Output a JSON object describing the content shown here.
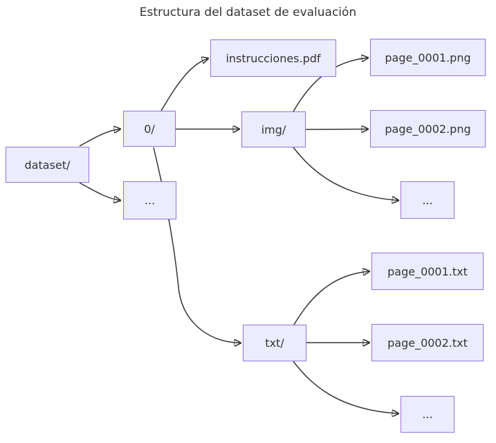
{
  "diagram": {
    "title": "Estructura del dataset de evaluación",
    "nodes": {
      "dataset": {
        "label": "dataset/"
      },
      "zero": {
        "label": "0/"
      },
      "dots_root": {
        "label": "..."
      },
      "instrucciones": {
        "label": "instrucciones.pdf"
      },
      "img": {
        "label": "img/"
      },
      "png1": {
        "label": "page_0001.png"
      },
      "png2": {
        "label": "page_0002.png"
      },
      "dots_img": {
        "label": "..."
      },
      "txt": {
        "label": "txt/"
      },
      "txt1": {
        "label": "page_0001.txt"
      },
      "txt2": {
        "label": "page_0002.txt"
      },
      "dots_txt": {
        "label": "..."
      }
    },
    "edges": [
      {
        "from": "dataset/",
        "to": "0/"
      },
      {
        "from": "dataset/",
        "to": "..."
      },
      {
        "from": "0/",
        "to": "instrucciones.pdf"
      },
      {
        "from": "0/",
        "to": "img/"
      },
      {
        "from": "0/",
        "to": "txt/"
      },
      {
        "from": "img/",
        "to": "page_0001.png"
      },
      {
        "from": "img/",
        "to": "page_0002.png"
      },
      {
        "from": "img/",
        "to": "..."
      },
      {
        "from": "txt/",
        "to": "page_0001.txt"
      },
      {
        "from": "txt/",
        "to": "page_0002.txt"
      },
      {
        "from": "txt/",
        "to": "..."
      }
    ],
    "colors": {
      "node_fill": "#ECECFF",
      "node_border": "#9370DB",
      "text": "#333333",
      "edge": "#333333",
      "background": "#FFFFFF"
    }
  }
}
